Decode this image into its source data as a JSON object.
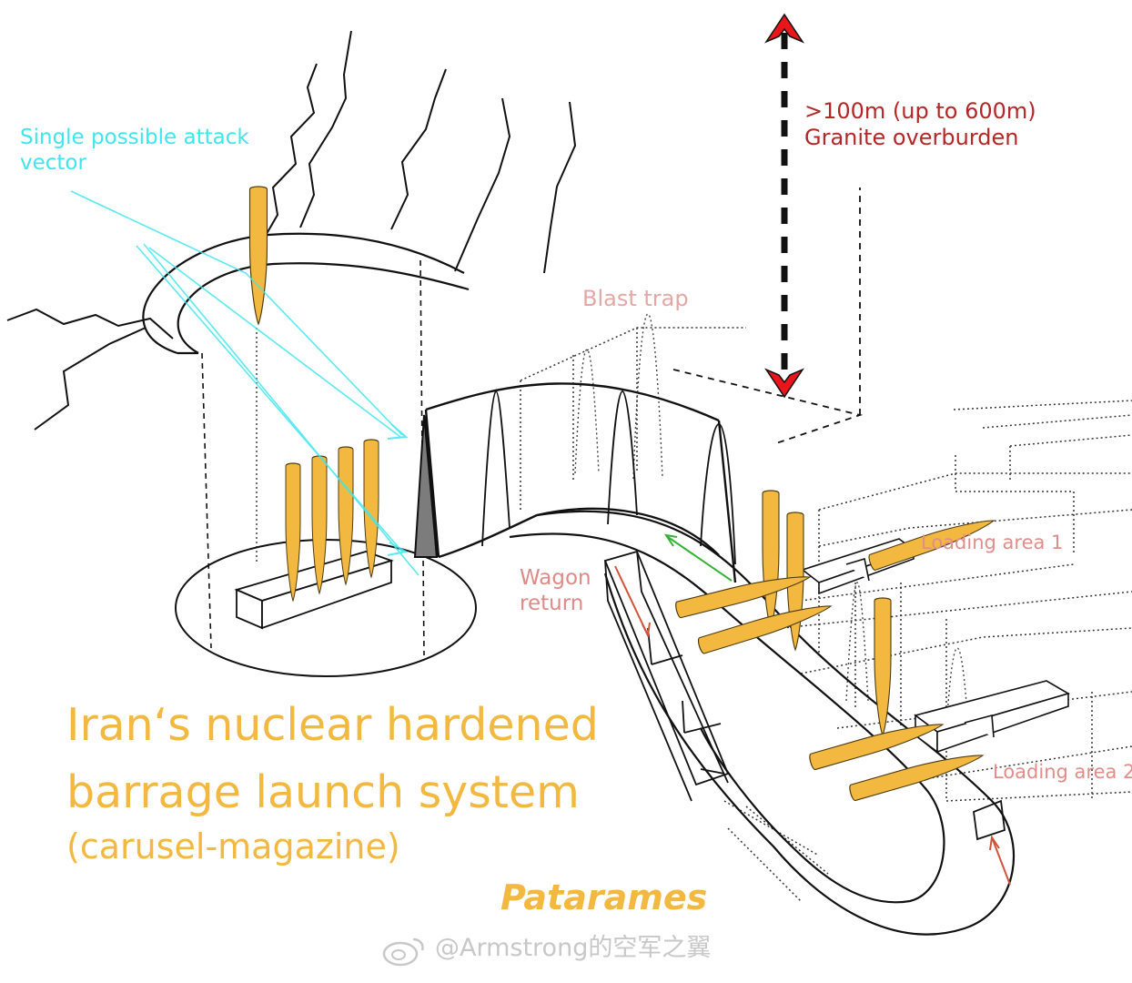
{
  "labels": {
    "attack_line1": "Single possible attack",
    "attack_line2": "vector",
    "overburden_line1": ">100m (up to 600m)",
    "overburden_line2": "Granite overburden",
    "blast_trap": "Blast trap",
    "wagon_line1": "Wagon",
    "wagon_line2": "return",
    "loading_area_1": "Loading area 1",
    "loading_area_2": "Loading area 2"
  },
  "title": {
    "line1": "Iran‘s nuclear hardened",
    "line2": "barrage launch system",
    "subtitle": "(carusel-magazine)",
    "author": "Patarames"
  },
  "watermark": "@Armstrong的空军之翼",
  "colors": {
    "missile": "#f2b840",
    "attack_vector": "#3ee6ee",
    "overburden": "#b52626",
    "overburden_arrow": "#e8161a",
    "muted_label": "#e0a09c",
    "wagon_arrow": "#d1533c",
    "return_arrow": "#33b233",
    "title": "#f2b840"
  }
}
